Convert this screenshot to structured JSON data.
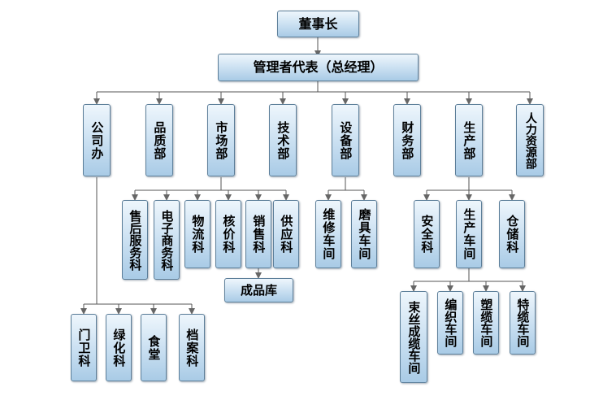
{
  "chairman": "董事长",
  "mgmt_rep": "管理者代表（总经理）",
  "departments": [
    "公司办",
    "品质部",
    "市场部",
    "技术部",
    "设备部",
    "财务部",
    "生产部",
    "人力资源部"
  ],
  "market_sections": [
    "售后服务科",
    "电子商务科",
    "物流科",
    "核价科",
    "销售科",
    "供应科"
  ],
  "finished_goods": "成品库",
  "equipment_sections": [
    "维修车间",
    "磨具车间"
  ],
  "production_sections": [
    "安全科",
    "生产车间",
    "仓储科"
  ],
  "workshops": [
    "束丝成缆车间",
    "编织车间",
    "塑缆车间",
    "特缆车间"
  ],
  "office_sections": [
    "门卫科",
    "绿化科",
    "食堂",
    "档案科"
  ]
}
